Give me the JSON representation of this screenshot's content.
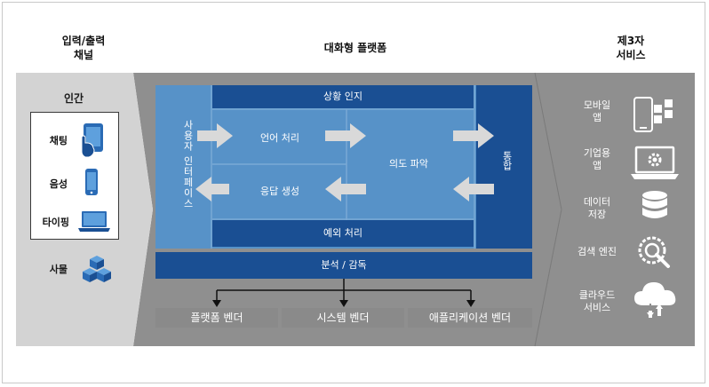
{
  "headers": {
    "channels": [
      "입력/출력",
      "채널"
    ],
    "platform": "대화형 플랫폼",
    "services": [
      "제3자",
      "서비스"
    ]
  },
  "channels": {
    "human_title": "인간",
    "items": [
      {
        "label": "채팅",
        "icon": "tablet-touch-icon"
      },
      {
        "label": "음성",
        "icon": "phone-icon"
      },
      {
        "label": "타이핑",
        "icon": "laptop-icon"
      }
    ],
    "things": {
      "label": "사물",
      "icon": "cubes-icon"
    }
  },
  "platform": {
    "user_interface": "사용자 인터페이스",
    "context": "상황 인지",
    "language_processing": "언어 처리",
    "intent": "의도 파악",
    "response": "응답 생성",
    "exception": "예외 처리",
    "integration": "통합",
    "analytics": "분석 / 감독"
  },
  "vendors": [
    "플랫폼 벤더",
    "시스템 벤더",
    "애플리케이션 벤더"
  ],
  "services": [
    {
      "label": "모바일 앱",
      "lines": [
        "모바일",
        "앱"
      ],
      "icon": "mobile-app-icon"
    },
    {
      "label": "기업용 앱",
      "lines": [
        "기업용",
        "앱"
      ],
      "icon": "laptop-gear-icon"
    },
    {
      "label": "데이터 저장",
      "lines": [
        "데이터",
        "저장"
      ],
      "icon": "database-icon"
    },
    {
      "label": "검색 엔진",
      "lines": [
        "검색 엔진"
      ],
      "icon": "search-gear-icon"
    },
    {
      "label": "클라우드 서비스",
      "lines": [
        "클라우드",
        "서비스"
      ],
      "icon": "cloud-icon"
    }
  ],
  "colors": {
    "dark_blue": "#1a4f93",
    "light_blue": "#5792c8",
    "grey_band": "#8f8f8f",
    "light_grey": "#d3d3d3",
    "vendor_grey": "#8a8a8a"
  }
}
